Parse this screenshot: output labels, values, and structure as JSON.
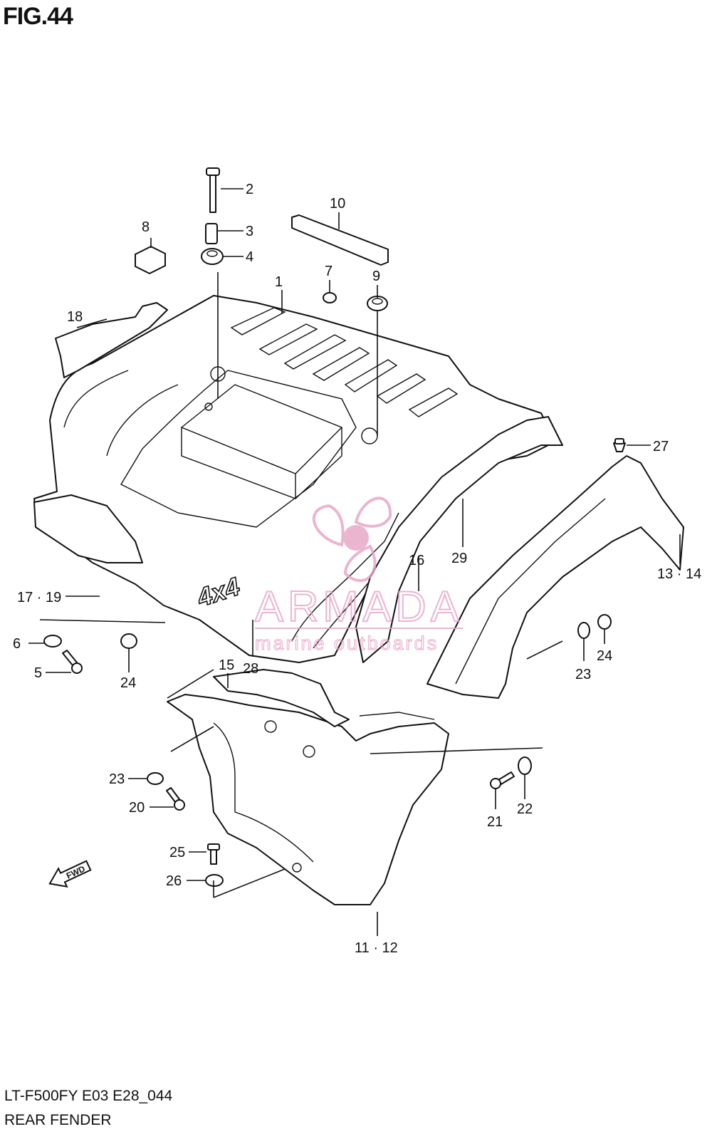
{
  "figure": {
    "title": "FIG.44",
    "model_code": "LT-F500FY E03 E28_044",
    "section_name": "REAR FENDER"
  },
  "watermark": {
    "brand": "ARMADA",
    "tagline": "marine outboards",
    "color": "#e6a3c4"
  },
  "embossed_badge": "4x4",
  "fwd_marker": "FWD",
  "callouts": {
    "c1": "1",
    "c2": "2",
    "c3": "3",
    "c4": "4",
    "c5": "5",
    "c6": "6",
    "c7": "7",
    "c8": "8",
    "c9": "9",
    "c10": "10",
    "c11_12": "11 · 12",
    "c13_14": "13 · 14",
    "c15": "15",
    "c16": "16",
    "c17_19": "17 · 19",
    "c18": "18",
    "c20": "20",
    "c21": "21",
    "c22": "22",
    "c23a": "23",
    "c23b": "23",
    "c24a": "24",
    "c24b": "24",
    "c25": "25",
    "c26": "26",
    "c27": "27",
    "c28": "28",
    "c29": "29"
  }
}
